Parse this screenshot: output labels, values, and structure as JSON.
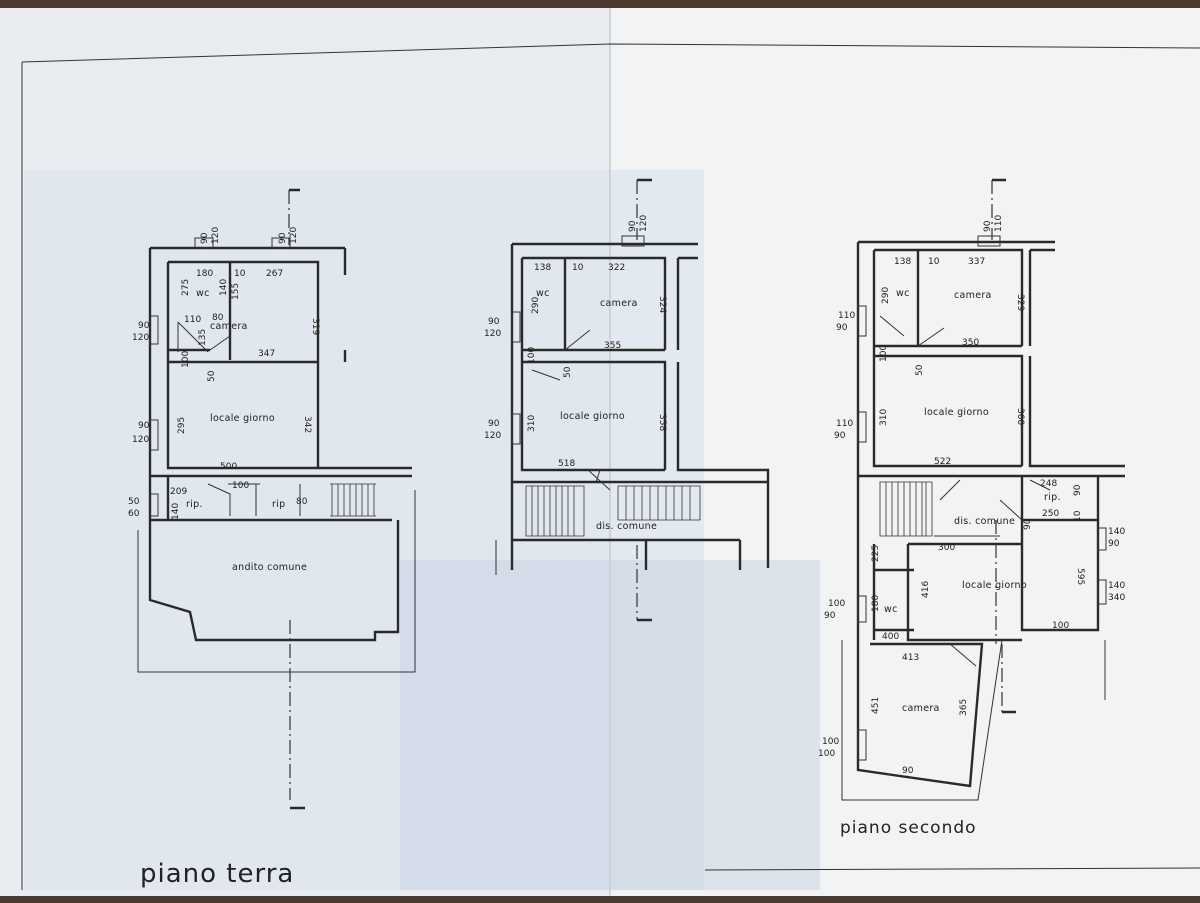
{
  "drawings": {
    "ground": {
      "title": "piano terra",
      "rooms": {
        "wc": "wc",
        "camera": "camera",
        "locale_giorno": "locale giorno",
        "rip1": "rip.",
        "rip2": "rip",
        "andito": "andito comune"
      },
      "dims": [
        "90",
        "120",
        "90",
        "120",
        "180",
        "10",
        "267",
        "275",
        "110",
        "140",
        "155",
        "80",
        "135",
        "347",
        "319",
        "100",
        "50",
        "295",
        "342",
        "500",
        "209",
        "100",
        "140",
        "80",
        "50",
        "60",
        "90",
        "120",
        "90",
        "120"
      ]
    },
    "first": {
      "rooms": {
        "wc": "wc",
        "camera": "camera",
        "locale_giorno": "locale giorno",
        "dis": "dis. comune"
      },
      "dims": [
        "90",
        "120",
        "138",
        "10",
        "322",
        "290",
        "324",
        "355",
        "100",
        "50",
        "310",
        "358",
        "518",
        "90",
        "120",
        "90",
        "120"
      ]
    },
    "second": {
      "title": "piano secondo",
      "rooms": {
        "wc1": "wc",
        "camera1": "camera",
        "locale_giorno1": "locale giorno",
        "rip": "rip.",
        "dis": "dis. comune",
        "locale_giorno2": "locale giorno",
        "wc2": "wc",
        "camera2": "camera"
      },
      "dims": [
        "90",
        "110",
        "138",
        "10",
        "337",
        "290",
        "329",
        "350",
        "100",
        "50",
        "310",
        "360",
        "522",
        "248",
        "90",
        "250",
        "10",
        "90",
        "140",
        "90",
        "140",
        "340",
        "300",
        "416",
        "595",
        "100",
        "225",
        "180",
        "400",
        "413",
        "451",
        "365",
        "90",
        "110",
        "90",
        "110",
        "90",
        "100",
        "90",
        "100"
      ]
    }
  }
}
